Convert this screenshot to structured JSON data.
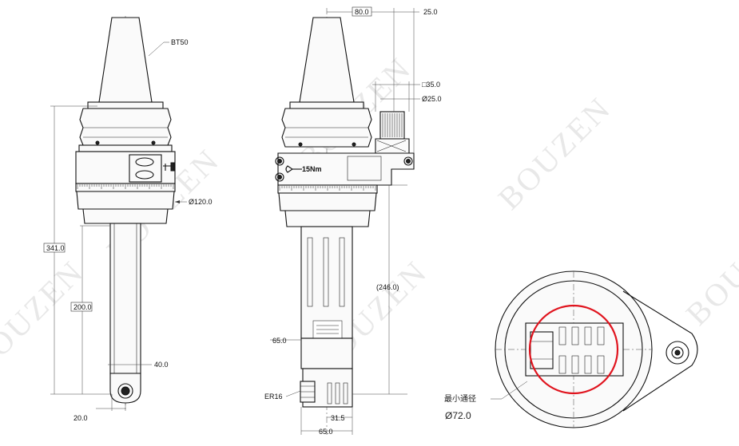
{
  "watermark": "BOUZEN",
  "front_view": {
    "taper_label": "BT50",
    "diameter_label": "Ø120.0",
    "total_length": "341.0",
    "shank_length": "200.0",
    "shank_width": "40.0",
    "tip_offset": "20.0"
  },
  "side_view": {
    "top_width": "80.0",
    "motor_offset": "25.0",
    "square_size": "□35.0",
    "round_size": "Ø25.0",
    "torque": "15Nm",
    "reach": "(246.0)",
    "head_height": "65.0",
    "collet": "ER16",
    "head_offset": "31.5",
    "head_width": "65.0"
  },
  "bottom_view": {
    "min_bore_label": "最小通径",
    "min_bore_value": "Ø72.0"
  },
  "colors": {
    "outline": "#111111",
    "bore_circle": "#e0141e",
    "watermark": "#d7d7d7"
  }
}
